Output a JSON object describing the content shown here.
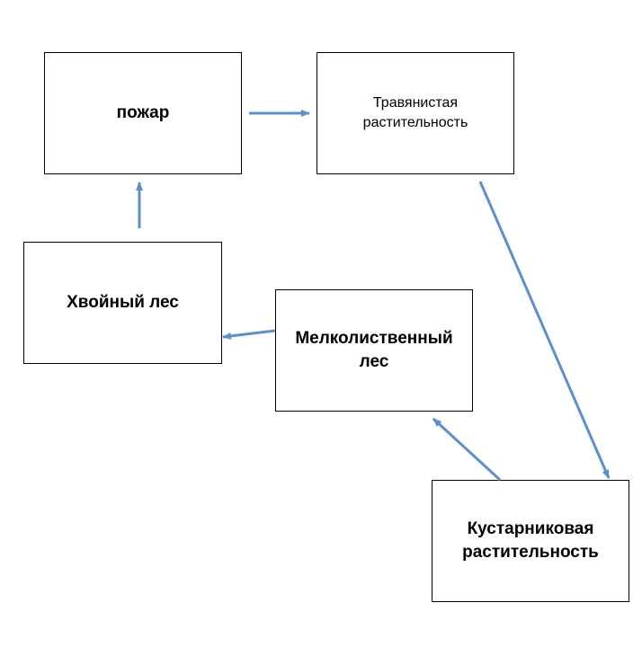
{
  "nodes": {
    "fire": "пожар",
    "grass": "Травянистая\nрастительность",
    "coniferous": "Хвойный лес",
    "small_leaved": "Мелколиственный\nлес",
    "shrub": "Кустарниковая\nрастительность"
  },
  "colors": {
    "arrow": "#5b8fd0",
    "border": "#000000"
  }
}
